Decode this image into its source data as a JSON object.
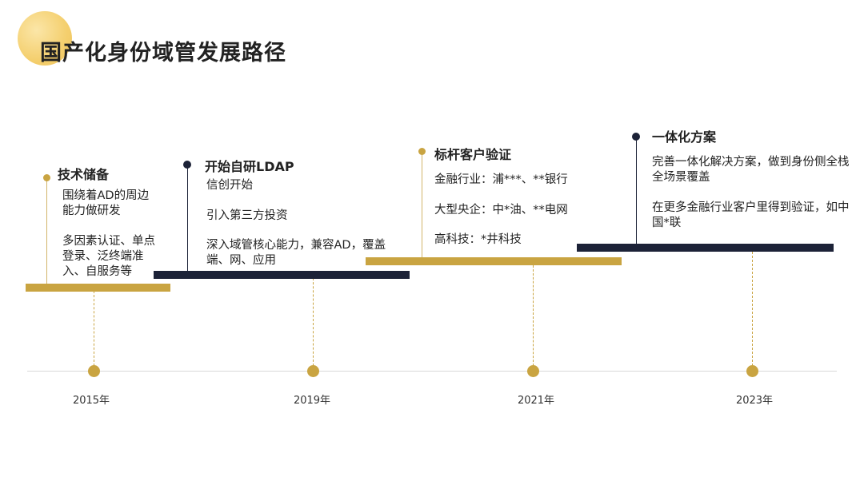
{
  "title": "国产化身份域管发展路径",
  "years": [
    "2015年",
    "2019年",
    "2021年",
    "2023年"
  ],
  "phases": [
    {
      "title": "技术储备",
      "items": [
        "围绕着AD的周边能力做研发",
        "多因素认证、单点登录、泛终端准入、自服务等"
      ]
    },
    {
      "title": "开始自研LDAP",
      "items": [
        "信创开始",
        "引入第三方投资",
        "深入域管核心能力，兼容AD，覆盖端、网、应用"
      ]
    },
    {
      "title": "标杆客户验证",
      "items": [
        "金融行业：浦***、**银行",
        "大型央企：中*油、**电网",
        "高科技：*井科技"
      ]
    },
    {
      "title": "一体化方案",
      "items": [
        "完善一体化解决方案，做到身份侧全栈全场景覆盖",
        "在更多金融行业客户里得到验证，如中国*联"
      ]
    }
  ],
  "colors": {
    "gold": "#c9a441",
    "navy": "#1c2237",
    "title": "#222222"
  },
  "icons": {
    "decoration": "yellow-circle-decoration"
  }
}
